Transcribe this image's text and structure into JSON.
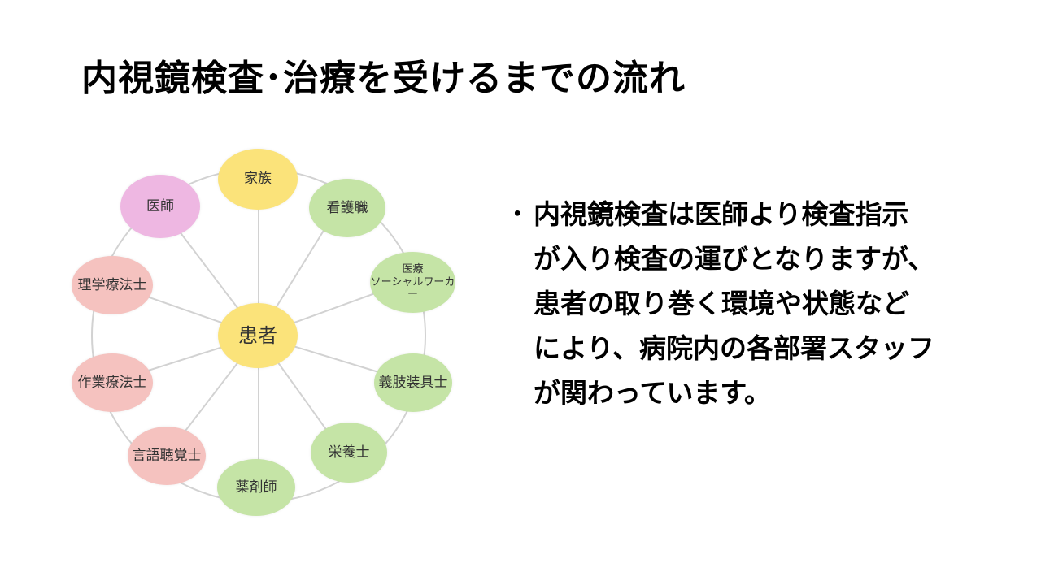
{
  "slide": {
    "title": "内視鏡検査･治療を受けるまでの流れ",
    "bullet": "･",
    "body_lines": [
      "内視鏡検査は医師より検査指示",
      "が入り検査の運びとなりますが、",
      "患者の取り巻く環境や状態など",
      "により、病院内の各部署スタッフ",
      "が関わっています。"
    ]
  },
  "diagram": {
    "center": {
      "label": "患者",
      "color": "#fbe37a"
    },
    "nodes": [
      {
        "label": "家族",
        "color": "#fbe37a"
      },
      {
        "label": "看護職",
        "color": "#c5e4a6"
      },
      {
        "label": "医療\nソーシャルワーカー",
        "color": "#c5e4a6"
      },
      {
        "label": "義肢装具士",
        "color": "#c5e4a6"
      },
      {
        "label": "栄養士",
        "color": "#c5e4a6"
      },
      {
        "label": "薬剤師",
        "color": "#c5e4a6"
      },
      {
        "label": "言語聴覚士",
        "color": "#f5c2bf"
      },
      {
        "label": "作業療法士",
        "color": "#f5c2bf"
      },
      {
        "label": "理学療法士",
        "color": "#f5c2bf"
      },
      {
        "label": "医師",
        "color": "#eeb7e2"
      }
    ],
    "line_color": "#d2d2d2"
  }
}
